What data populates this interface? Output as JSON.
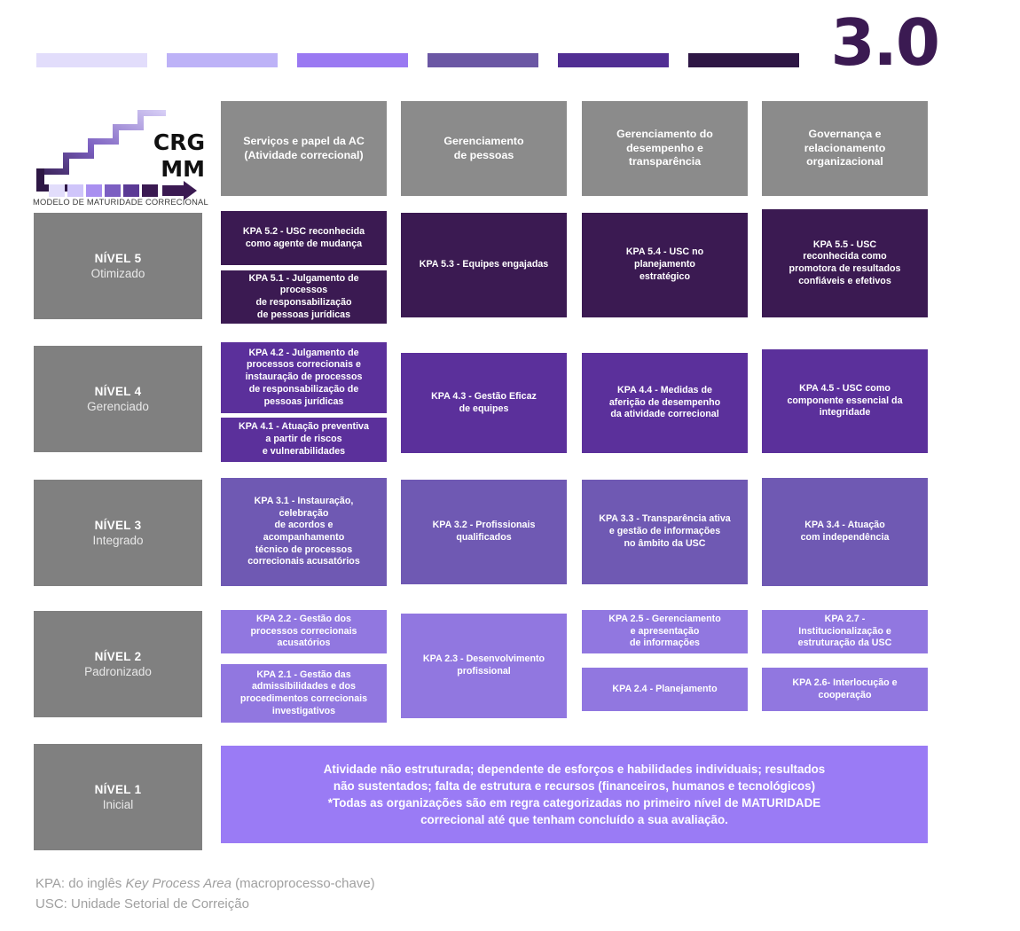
{
  "version_label": "3.0",
  "palette": {
    "band": [
      "#E2DDFB",
      "#BDB2F7",
      "#9A79F2",
      "#6B57A4",
      "#512E93",
      "#2E1745"
    ],
    "level_colors": [
      "#3B1A52",
      "#5B309B",
      "#6F59B3",
      "#9177E0",
      "#9A7BF5"
    ],
    "header_gray": "#8b8b8b",
    "level_gray": "#808080",
    "footer_gray": "#a0a0a0"
  },
  "logo": {
    "line1": "CRG",
    "line2": "MM",
    "caption": "MODELO DE MATURIDADE CORRECIONAL"
  },
  "columns": [
    {
      "label": "Serviços e papel da AC\n(Atividade correcional)"
    },
    {
      "label": "Gerenciamento\nde pessoas"
    },
    {
      "label": "Gerenciamento do\ndesempenho e\ntransparência"
    },
    {
      "label": "Governança e\nrelacionamento\norganizacional"
    }
  ],
  "levels": [
    {
      "name": "NÍVEL 5",
      "sub": "Otimizado"
    },
    {
      "name": "NÍVEL 4",
      "sub": "Gerenciado"
    },
    {
      "name": "NÍVEL 3",
      "sub": "Integrado"
    },
    {
      "name": "NÍVEL 2",
      "sub": "Padronizado"
    },
    {
      "name": "NÍVEL 1",
      "sub": "Inicial"
    }
  ],
  "kpas": {
    "l5c1a": "KPA 5.2 - USC reconhecida\ncomo agente de mudança",
    "l5c1b": "KPA 5.1 - Julgamento de\nprocessos\nde responsabilização\nde pessoas jurídicas",
    "l5c2": "KPA 5.3 - Equipes engajadas",
    "l5c3": "KPA 5.4 - USC no\nplanejamento\nestratégico",
    "l5c4": "KPA 5.5 - USC\nreconhecida como\npromotora de resultados\nconfiáveis e efetivos",
    "l4c1a": "KPA 4.2 - Julgamento de\nprocessos correcionais e\ninstauração de processos\nde responsabilização de\npessoas jurídicas",
    "l4c1b": "KPA 4.1 - Atuação preventiva\na partir de riscos\ne vulnerabilidades",
    "l4c2": "KPA 4.3 - Gestão Eficaz\nde equipes",
    "l4c3": "KPA 4.4 - Medidas de\naferição de desempenho\nda atividade correcional",
    "l4c4": "KPA 4.5 - USC como\ncomponente essencial da\nintegridade",
    "l3c1": "KPA 3.1 - Instauração,\ncelebração\nde acordos e\nacompanhamento\ntécnico de processos\ncorrecionais acusatórios",
    "l3c2": "KPA 3.2 - Profissionais\nqualificados",
    "l3c3": "KPA 3.3 - Transparência ativa\ne gestão de informações\nno âmbito da USC",
    "l3c4": "KPA 3.4 - Atuação\ncom independência",
    "l2c1a": "KPA 2.2 - Gestão dos\nprocessos correcionais\nacusatórios",
    "l2c1b": "KPA 2.1 - Gestão das\nadmissibilidades e dos\nprocedimentos correcionais\ninvestigativos",
    "l2c2": "KPA 2.3 - Desenvolvimento\nprofissional",
    "l2c3a": "KPA 2.5 - Gerenciamento\ne apresentação\nde informações",
    "l2c3b": "KPA 2.4 - Planejamento",
    "l2c4a": "KPA 2.7 -\nInstitucionalização e\nestruturação da USC",
    "l2c4b": "KPA 2.6- Interlocução e\ncooperação",
    "l1note": "Atividade não estruturada; dependente de esforços e habilidades individuais; resultados\nnão sustentados; falta de estrutura e recursos (financeiros, humanos e tecnológicos)\n*Todas as organizações são em regra categorizadas no primeiro nível de MATURIDADE\ncorrecional até que tenham concluído a sua avaliação."
  },
  "footer": {
    "line1_pre": "KPA: do inglês ",
    "line1_em": "Key Process Area",
    "line1_post": " (macroprocesso-chave)",
    "line2": "USC: Unidade Setorial de Correição"
  }
}
